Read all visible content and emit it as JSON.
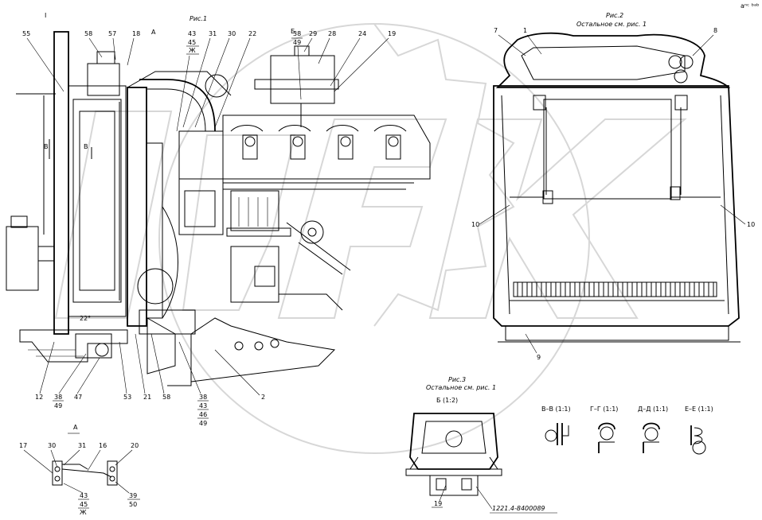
{
  "corner_code": "aⁿᶜ ᵇᵃᵇ",
  "fig1": {
    "title": "Рис.1",
    "section_a": "А",
    "section_b": "Б",
    "roman_mark": "I"
  },
  "fig2": {
    "title": "Рис.2",
    "subtitle": "Остальное см. рис. 1"
  },
  "fig3": {
    "title": "Рис.3",
    "subtitle": "Остальное см. рис. 1",
    "view": "Б (1:2)",
    "part_number": "1221.4-8400089"
  },
  "sections": {
    "vv": "В–В (1:1)",
    "gg": "Г–Г (1:1)",
    "dd": "Д–Д (1:1)",
    "ee": "Е–Е (1:1)"
  },
  "section_marks": {
    "v": "В",
    "g_angle": "22°"
  },
  "callouts": {
    "c55": "55",
    "c58": "58",
    "c57": "57",
    "c18": "18",
    "c43": "43",
    "c45": "45",
    "cZh": "Ж",
    "c31": "31",
    "c30": "30",
    "c22": "22",
    "c38": "38",
    "c49": "49",
    "c29": "29",
    "c28": "28",
    "c24": "24",
    "c19": "19",
    "c12": "12",
    "c38b": "38",
    "c49b": "49",
    "c47": "47",
    "c53": "53",
    "c21": "21",
    "c58b": "58",
    "c38c": "38",
    "c43b": "43",
    "c46": "46",
    "c49c": "49",
    "c2": "2",
    "f2_7": "7",
    "f2_1": "1",
    "f2_8": "8",
    "f2_10a": "10",
    "f2_10b": "10",
    "f2_9": "9",
    "a17": "17",
    "a30": "30",
    "a31": "31",
    "a16": "16",
    "a20": "20",
    "a43": "43",
    "a45": "45",
    "aZh": "Ж",
    "a39": "39",
    "a50": "50",
    "f3_19": "19",
    "detail_a": "А"
  }
}
